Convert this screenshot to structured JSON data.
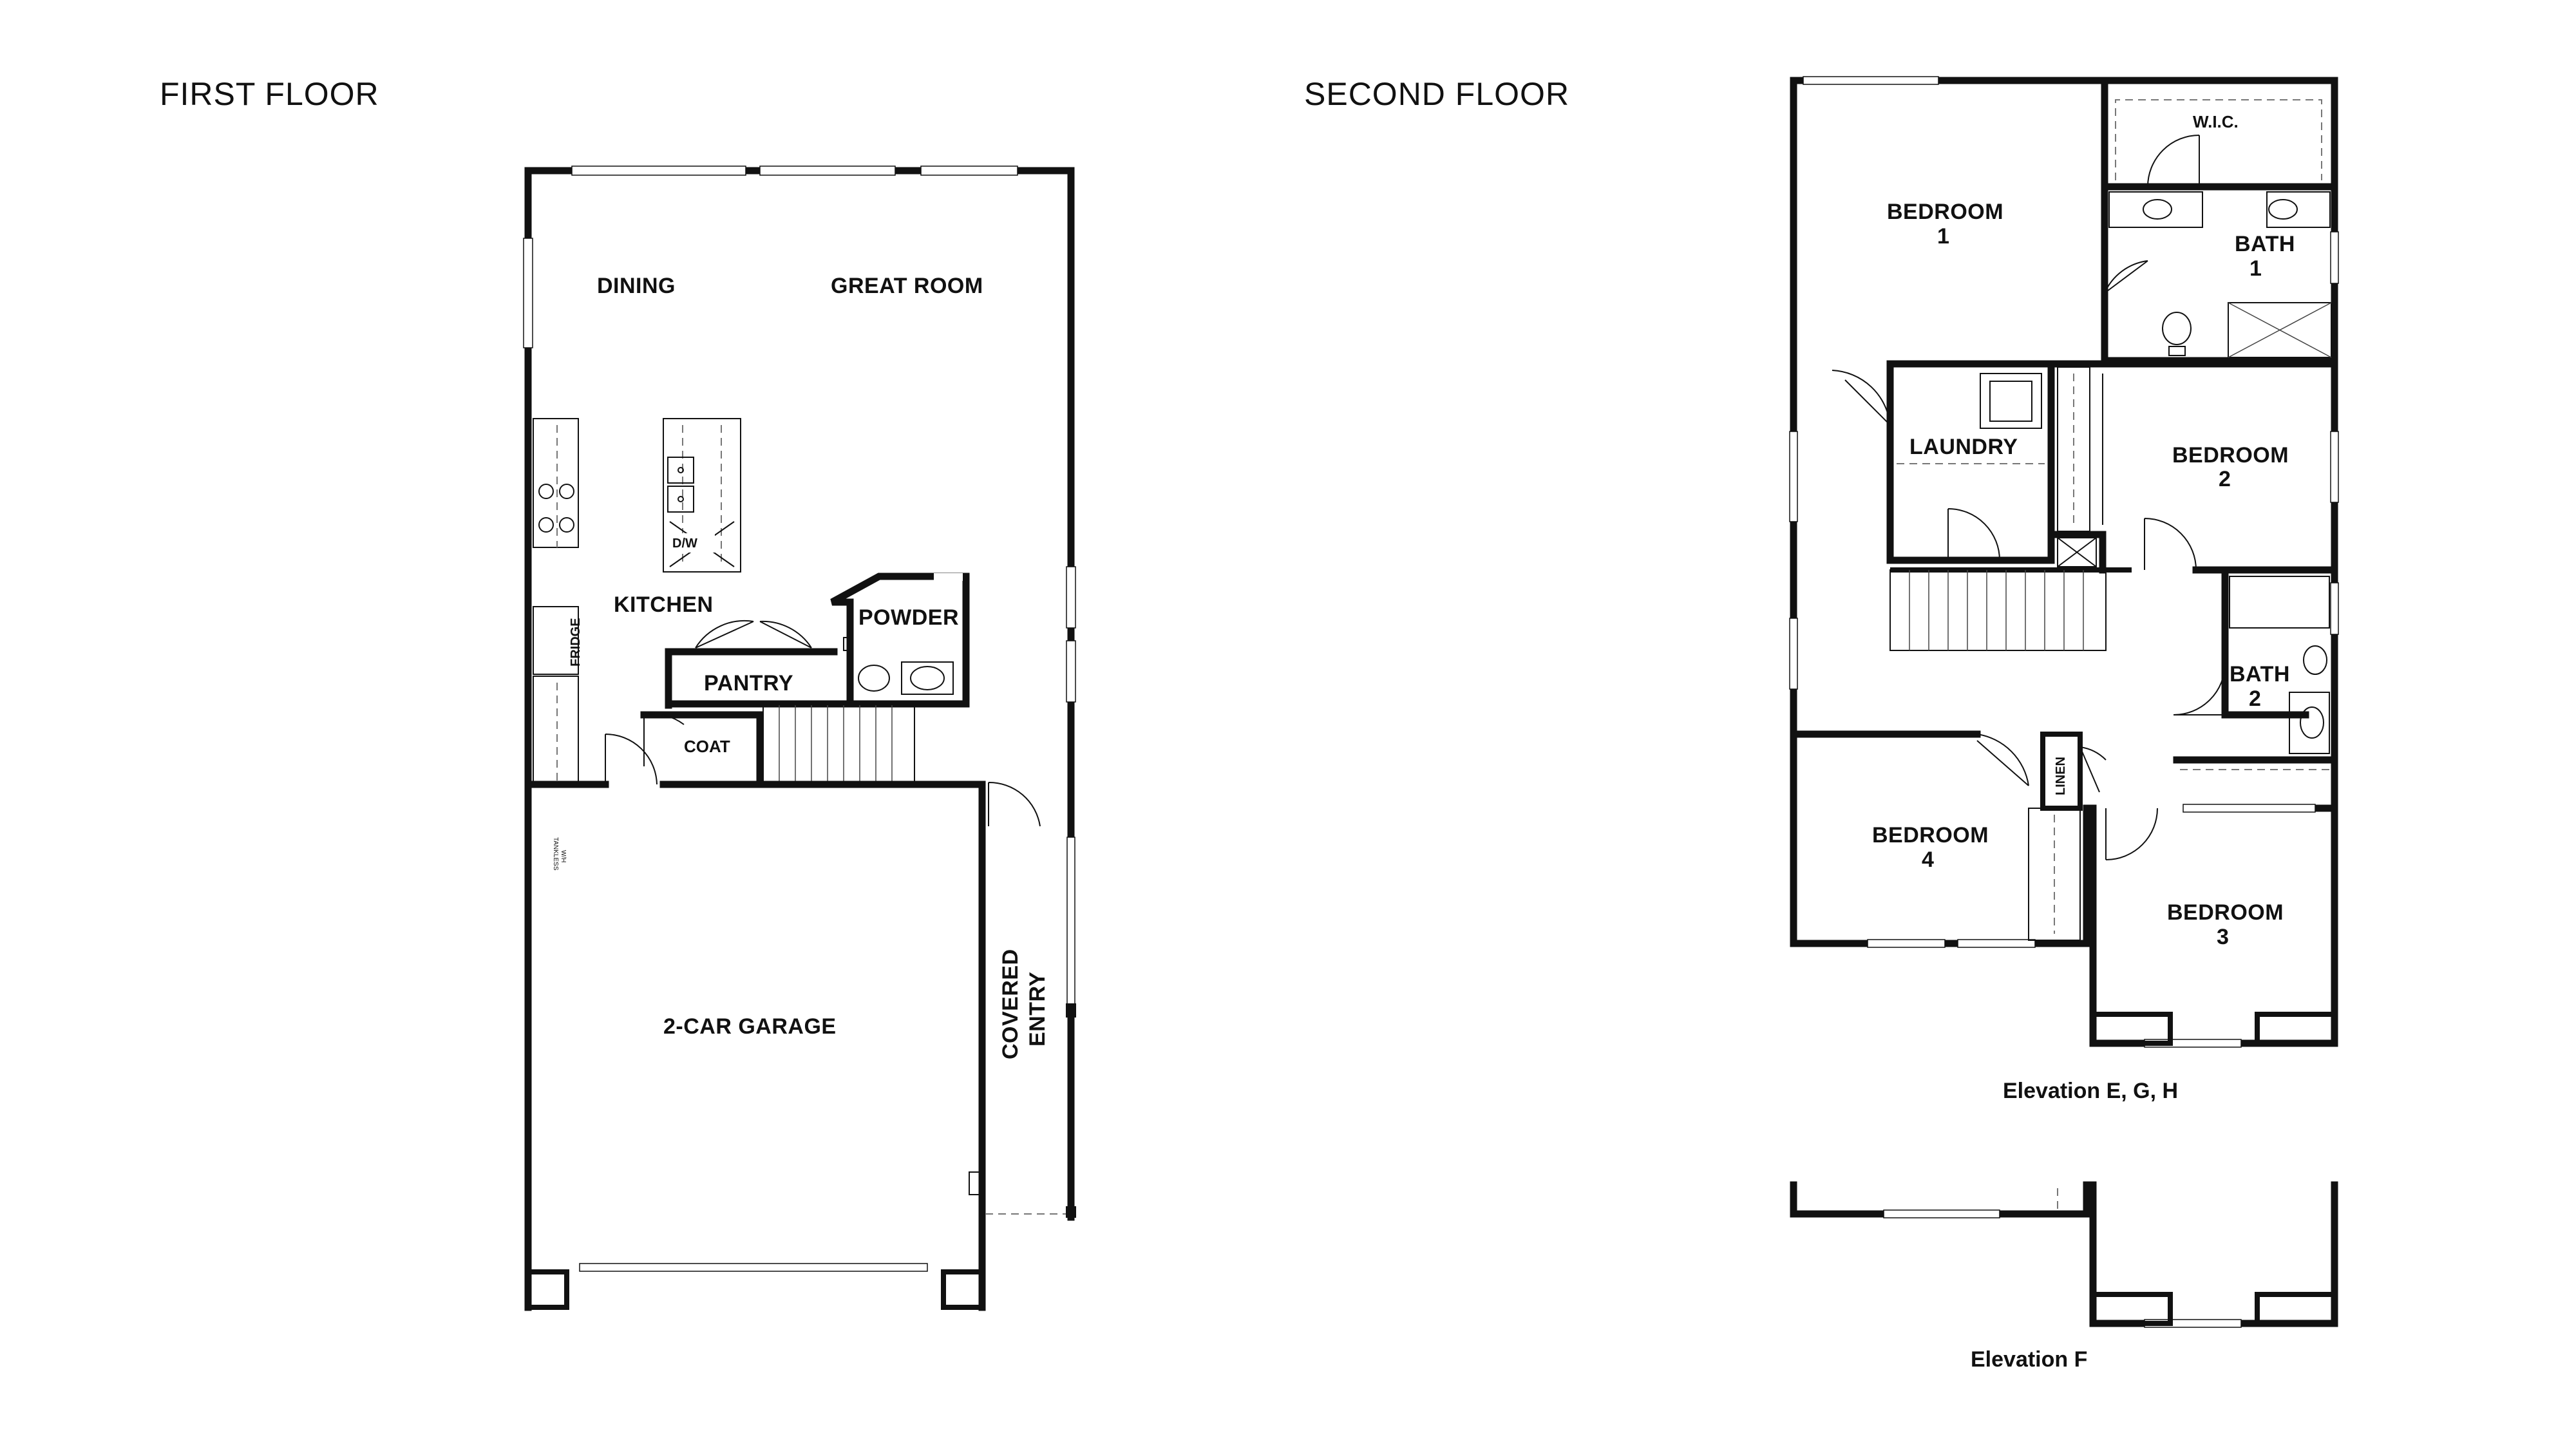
{
  "headings": {
    "first_floor": "FIRST FLOOR",
    "second_floor": "SECOND FLOOR"
  },
  "first_floor_rooms": {
    "dining": "DINING",
    "great_room": "GREAT ROOM",
    "kitchen": "KITCHEN",
    "pantry": "PANTRY",
    "powder": "POWDER",
    "coat": "COAT",
    "fridge": "FRIDGE",
    "dw": "D/W",
    "garage": "2-CAR GARAGE",
    "covered_entry_line1": "COVERED",
    "covered_entry_line2": "ENTRY",
    "tankless_line1": "TANKLESS",
    "tankless_line2": "W/H"
  },
  "second_floor_rooms": {
    "bedroom1_name": "BEDROOM",
    "bedroom1_num": "1",
    "wic": "W.I.C.",
    "bath1_name": "BATH",
    "bath1_num": "1",
    "laundry": "LAUNDRY",
    "bedroom2_name": "BEDROOM",
    "bedroom2_num": "2",
    "bath2_name": "BATH",
    "bath2_num": "2",
    "linen": "LINEN",
    "bedroom4_name": "BEDROOM",
    "bedroom4_num": "4",
    "bedroom3_name": "BEDROOM",
    "bedroom3_num": "3"
  },
  "elevations": {
    "egh": "Elevation E, G, H",
    "f": "Elevation F"
  }
}
